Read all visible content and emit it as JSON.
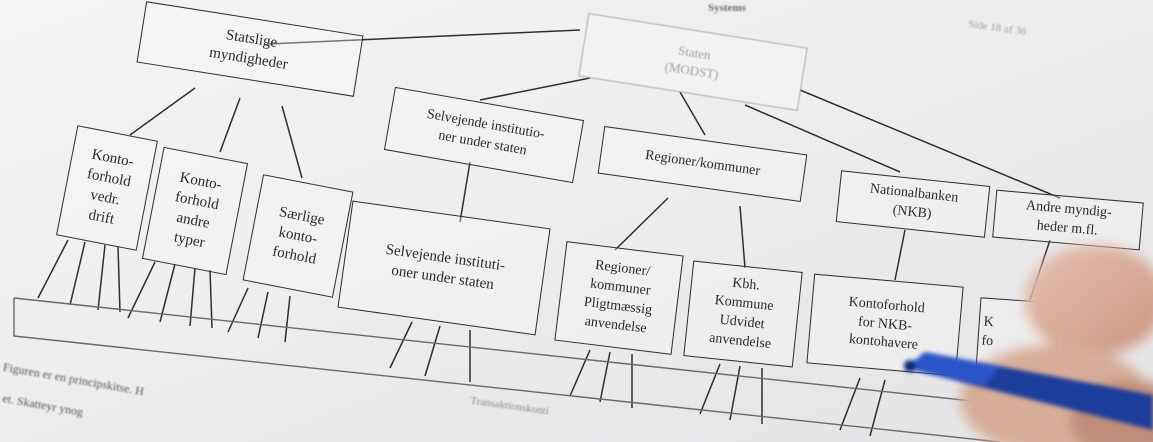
{
  "header": {
    "top_text": "Systems",
    "page_label": "Side 18 af 36"
  },
  "boxes": {
    "statslige": "Statslige\nmyndigheder",
    "staten": "Staten\n(MODST)",
    "selvejende_top": "Selvejende institutio-\nner under staten",
    "regioner_kommuner": "Regioner/kommuner",
    "nationalbanken": "Nationalbanken\n(NKB)",
    "andre": "Andre myndig-\nheder m.fl.",
    "konto_drift": "Konto-\nforhold\nvedr.\ndrift",
    "konto_andre": "Konto-\nforhold\nandre\ntyper",
    "saerlige": "Særlige\nkonto-\nforhold",
    "selvejende_bottom": "Selvejende instituti-\noner under staten",
    "regioner_plig": "Regioner/\nkommuner\nPligtmæssig\nanvendelse",
    "kbh": "Kbh.\nKommune\nUdvidet\nanvendelse",
    "kontoforhold_nkb": "Kontoforhold\nfor NKB-\nkontohavere",
    "partial_right": "K\nfo"
  },
  "bottom_bar_label": "Transaktionskonti",
  "footer_lines": [
    "Figuren er en principskitse. H",
    "et. Skatteyr ynog"
  ]
}
